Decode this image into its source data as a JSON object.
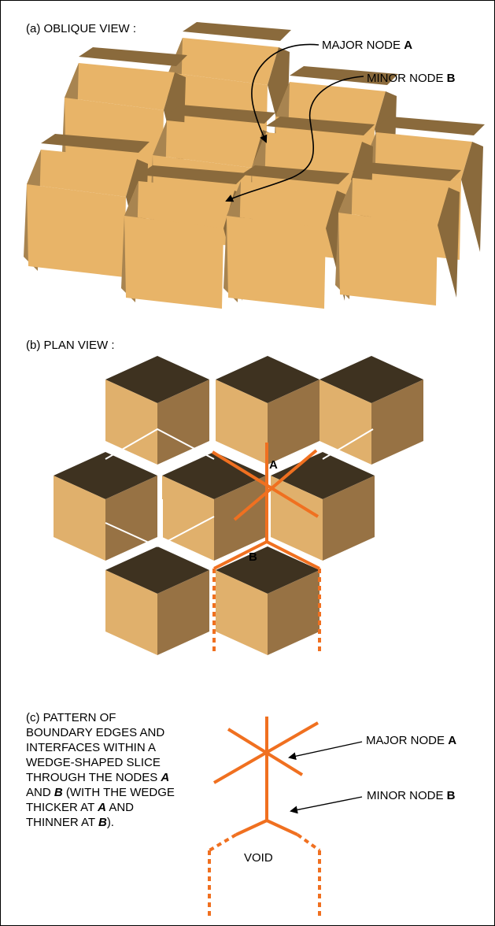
{
  "panel_a": {
    "label": "(a) OBLIQUE VIEW :",
    "callout_major": {
      "text": "MAJOR NODE ",
      "letter": "A"
    },
    "callout_minor": {
      "text": "MINOR NODE ",
      "letter": "B"
    }
  },
  "panel_b": {
    "label": "(b) PLAN VIEW :",
    "node_a": "A",
    "node_b": "B"
  },
  "panel_c": {
    "description_lines": [
      [
        {
          "t": "(c) PATTERN OF"
        }
      ],
      [
        {
          "t": "BOUNDARY EDGES AND"
        }
      ],
      [
        {
          "t": "INTERFACES WITHIN A"
        }
      ],
      [
        {
          "t": "WEDGE-SHAPED SLICE"
        }
      ],
      [
        {
          "t": "THROUGH THE NODES "
        },
        {
          "t": "A",
          "bi": true
        }
      ],
      [
        {
          "t": "AND "
        },
        {
          "t": "B",
          "bi": true
        },
        {
          "t": " (WITH THE WEDGE"
        }
      ],
      [
        {
          "t": "THICKER AT "
        },
        {
          "t": "A",
          "bi": true
        },
        {
          "t": " AND"
        }
      ],
      [
        {
          "t": "THINNER AT "
        },
        {
          "t": "B",
          "bi": true
        },
        {
          "t": ")."
        }
      ]
    ],
    "callout_major": {
      "text": "MAJOR NODE ",
      "letter": "A"
    },
    "callout_minor": {
      "text": "MINOR NODE ",
      "letter": "B"
    },
    "void_label": "VOID"
  },
  "colors": {
    "cube_top_light": "#E8B468",
    "cube_side_mid": "#A88450",
    "cube_side_dark": "#8A6A3C",
    "plan_top": "#3E3220",
    "plan_left": "#E0B06C",
    "plan_right": "#977244",
    "boundary": "#F07020"
  }
}
